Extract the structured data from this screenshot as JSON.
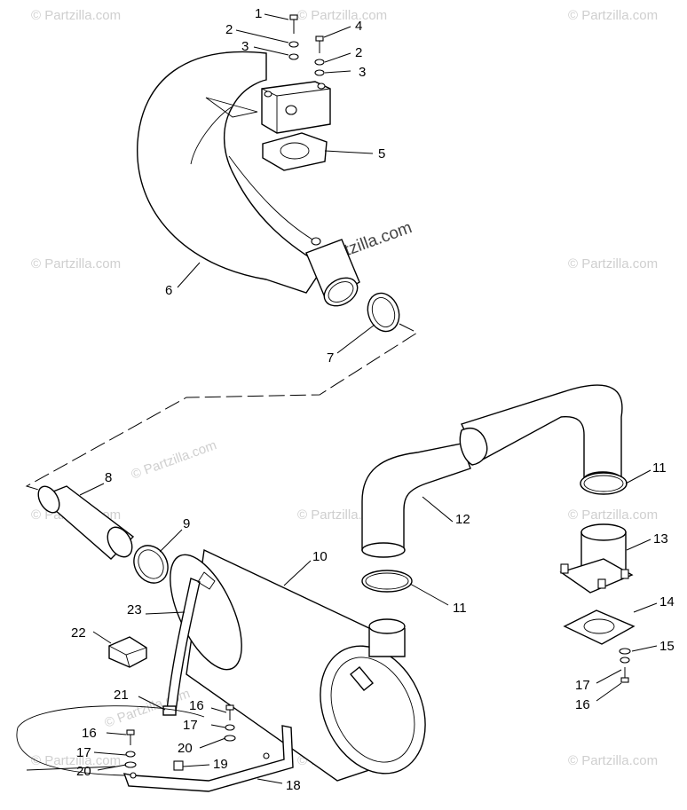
{
  "watermark": {
    "text": "© Partzilla.com"
  },
  "callouts": {
    "c1": "1",
    "c2a": "2",
    "c3a": "3",
    "c4": "4",
    "c2b": "2",
    "c3b": "3",
    "c5": "5",
    "c6": "6",
    "c7": "7",
    "c8": "8",
    "c9": "9",
    "c10": "10",
    "c11a": "11",
    "c12": "12",
    "c11b": "11",
    "c13": "13",
    "c14": "14",
    "c15": "15",
    "c17a": "17",
    "c16a": "16",
    "c16b": "16",
    "c17b": "17",
    "c20a": "20",
    "c16c": "16",
    "c17c": "17",
    "c20b": "20",
    "c19": "19",
    "c18": "18",
    "c21": "21",
    "c22": "22",
    "c23": "23"
  }
}
